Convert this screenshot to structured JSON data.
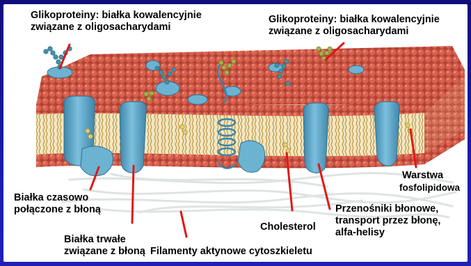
{
  "labels": {
    "glyco_left": {
      "line1": "Glikoproteiny: białka kowalencyjnie",
      "line2": "związane z oligosacharydami"
    },
    "glyco_right": {
      "line1": "Glikoproteiny: białka kowalencyjnie",
      "line2": "związane z oligosacharydami"
    },
    "peripheral": {
      "line1": "Białka czasowo",
      "line2": "połączone z błoną"
    },
    "integral": {
      "line1": "Białka trwałe",
      "line2": "związane z błoną"
    },
    "actin": {
      "text": "Filamenty aktynowe cytoszkieletu"
    },
    "cholesterol": {
      "text": "Cholesterol"
    },
    "transporters": {
      "line1": "Przenośniki błonowe,",
      "line2": "transport przez błonę,",
      "line3": "alfa-helisy"
    },
    "bilayer": {
      "line1": "Warstwa",
      "line2": "fosfolipidowa"
    }
  },
  "colors": {
    "background": "#1c1cab",
    "panel": "#ffffff",
    "lipid_head": "#d9614d",
    "lipid_head_shadow": "#b9473a",
    "lipid_tail": "#c8a254",
    "protein": "#5fa6c8",
    "protein_dark": "#3e84a8",
    "sugar_blue": "#3f93a6",
    "sugar_green": "#9fb94a",
    "cholesterol": "#e3cf72",
    "filament": "#e9ecec",
    "pointer": "#e01818"
  }
}
